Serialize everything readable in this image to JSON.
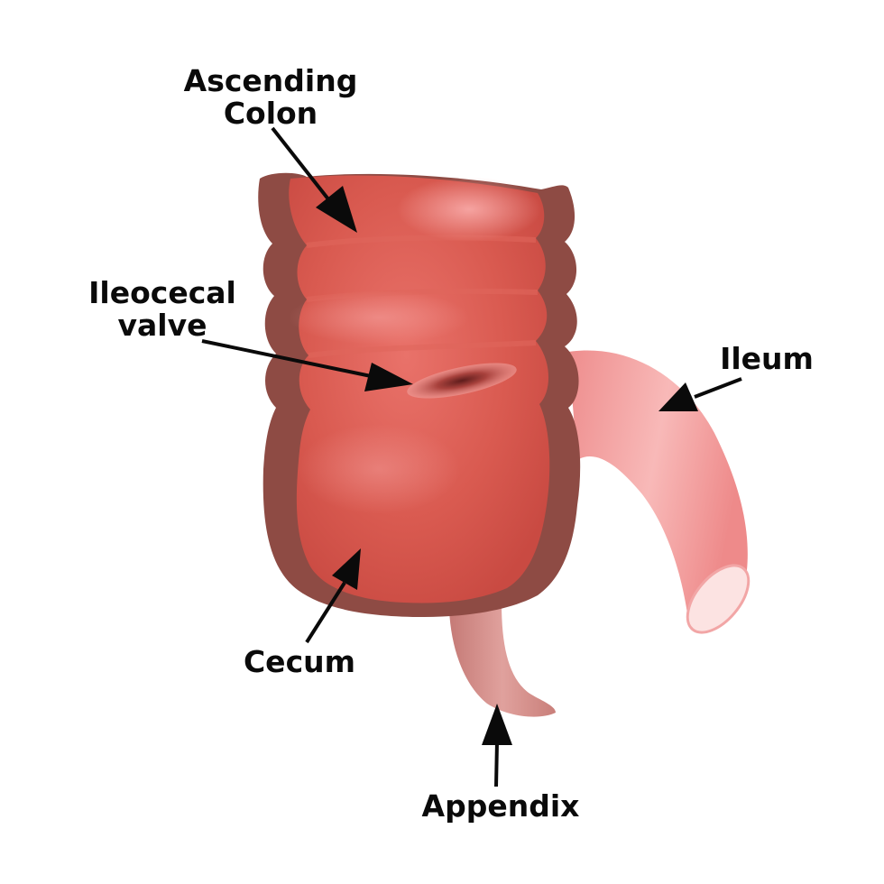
{
  "labels": {
    "ascending_colon": [
      "Ascending",
      "Colon"
    ],
    "ileocecal_valve": [
      "Ileocecal",
      "valve"
    ],
    "ileum": "Ileum",
    "cecum": "Cecum",
    "appendix": "Appendix"
  },
  "colors": {
    "colon_body": "#d9574c",
    "colon_wall": "#8e4b44",
    "colon_highlight": "#f29a98",
    "ileum": "#f4a4a4",
    "ileum_opening": "#fce3e2",
    "appendix": "#d98a86",
    "valve": "#8a2f2c",
    "arrow": "#0a0a0a"
  }
}
